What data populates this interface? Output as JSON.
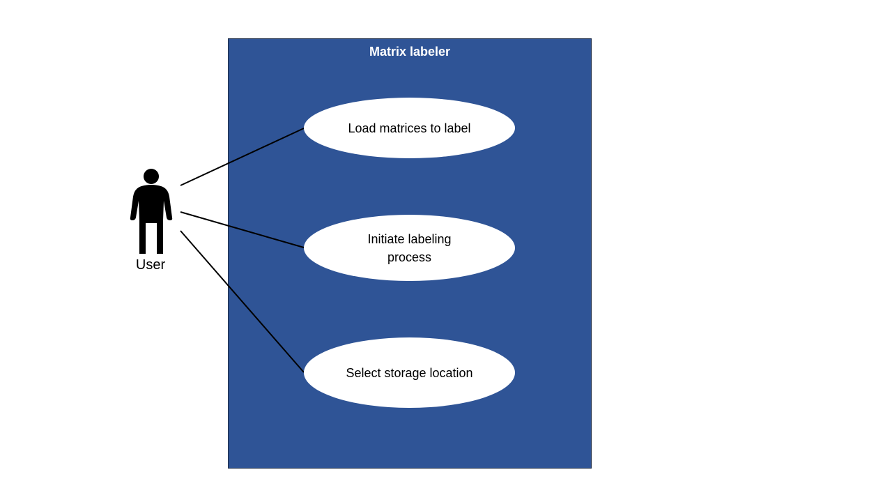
{
  "colors": {
    "system_fill": "#2f5496",
    "usecase_fill": "#ffffff",
    "line": "#000000",
    "actor": "#000000"
  },
  "system": {
    "title": "Matrix labeler"
  },
  "actor": {
    "label": "User",
    "icon": "person-icon"
  },
  "use_cases": [
    {
      "text": "Load matrices to label"
    },
    {
      "text": "Initiate labeling process"
    },
    {
      "text": "Select storage location"
    }
  ]
}
